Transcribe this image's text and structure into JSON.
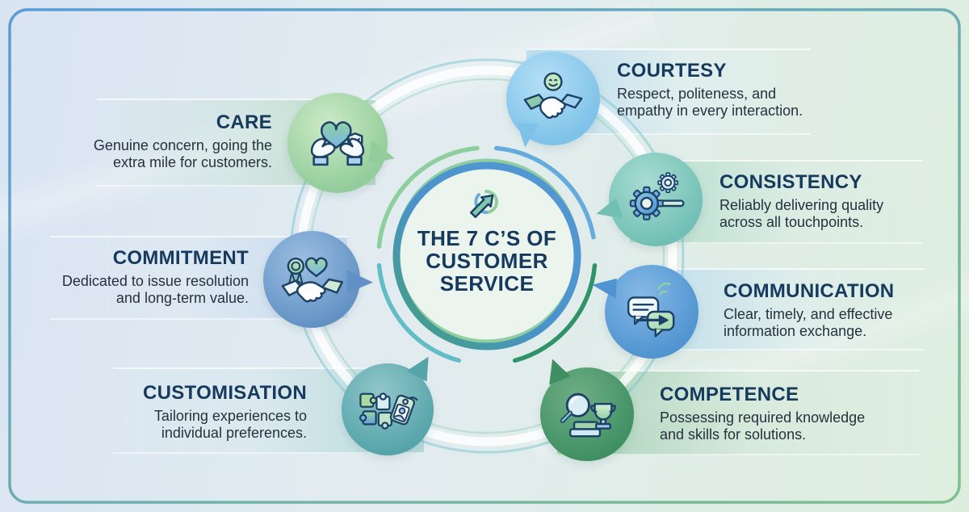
{
  "center": {
    "icon": "growth-arrow-icon",
    "title_lines": [
      "THE 7 C’S OF",
      "CUSTOMER",
      "SERVICE"
    ]
  },
  "items": [
    {
      "title": "CARE",
      "desc": "Genuine concern, going the extra mile for customers.",
      "icon": "hands-holding-heart-icon",
      "color": "#9ed2a4"
    },
    {
      "title": "COURTESY",
      "desc": "Respect, politeness, and empathy in every interaction.",
      "icon": "handshake-smiley-icon",
      "color": "#84c6ec"
    },
    {
      "title": "CONSISTENCY",
      "desc": "Reliably delivering quality across all touchpoints.",
      "icon": "gears-icon",
      "color": "#72c2b7"
    },
    {
      "title": "COMMUNICATION",
      "desc": "Clear, timely, and effective information exchange.",
      "icon": "chat-bubbles-icon",
      "color": "#4a90d2"
    },
    {
      "title": "COMPETENCE",
      "desc": "Possessing required knowledge and skills for solutions.",
      "icon": "magnifier-books-trophy-icon",
      "color": "#3d8f63"
    },
    {
      "title": "CUSTOMISATION",
      "desc": "Tailoring experiences to individual preferences.",
      "icon": "puzzle-id-tag-icon",
      "color": "#55a7ad"
    },
    {
      "title": "COMMITMENT",
      "desc": "Dedicated to issue resolution and long-term value.",
      "icon": "handshake-medal-icon",
      "color": "#6495c8"
    }
  ],
  "palette": {
    "background_left": "#dbe5f2",
    "background_right": "#dfeede",
    "border_gradient": [
      "#5a9bd4",
      "#7ec08f"
    ],
    "title_color": "#16395e",
    "body_color": "#26313d",
    "hub_ring_blue": "#4b92cc",
    "hub_ring_green": "#8fce9f"
  }
}
